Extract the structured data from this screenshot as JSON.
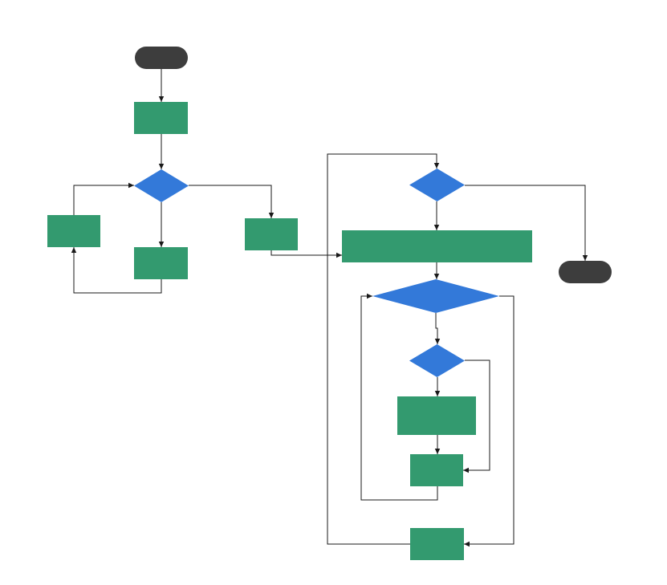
{
  "colors": {
    "terminal": "#3d3d3d",
    "process": "#339a6f",
    "decision": "#3379d9",
    "edge": "#1a1a1a",
    "background": "#ffffff"
  },
  "nodes": [
    {
      "id": "start",
      "shape": "terminal",
      "label": ""
    },
    {
      "id": "process-1",
      "shape": "process",
      "label": ""
    },
    {
      "id": "decision-1",
      "shape": "decision",
      "label": ""
    },
    {
      "id": "process-left",
      "shape": "process",
      "label": ""
    },
    {
      "id": "process-below",
      "shape": "process",
      "label": ""
    },
    {
      "id": "process-right",
      "shape": "process",
      "label": ""
    },
    {
      "id": "decision-top",
      "shape": "decision",
      "label": ""
    },
    {
      "id": "process-wide",
      "shape": "process",
      "label": ""
    },
    {
      "id": "end",
      "shape": "terminal",
      "label": ""
    },
    {
      "id": "decision-wide",
      "shape": "decision",
      "label": ""
    },
    {
      "id": "decision-inner",
      "shape": "decision",
      "label": ""
    },
    {
      "id": "process-inner-1",
      "shape": "process",
      "label": ""
    },
    {
      "id": "process-inner-2",
      "shape": "process",
      "label": ""
    },
    {
      "id": "process-bottom",
      "shape": "process",
      "label": ""
    }
  ],
  "edges": [
    {
      "id": "start-to-process-1",
      "from": "start",
      "to": "process-1"
    },
    {
      "id": "process-1-to-decision-1",
      "from": "process-1",
      "to": "decision-1"
    },
    {
      "id": "decision-1-to-process-below",
      "from": "decision-1",
      "to": "process-below"
    },
    {
      "id": "decision-1-to-process-right",
      "from": "decision-1",
      "to": "process-right"
    },
    {
      "id": "process-below-to-process-left",
      "from": "process-below",
      "to": "process-left"
    },
    {
      "id": "process-left-to-decision-1",
      "from": "process-left",
      "to": "decision-1"
    },
    {
      "id": "process-right-to-process-wide",
      "from": "process-right",
      "to": "process-wide"
    },
    {
      "id": "decision-top-to-process-wide",
      "from": "decision-top",
      "to": "process-wide"
    },
    {
      "id": "decision-top-to-end",
      "from": "decision-top",
      "to": "end"
    },
    {
      "id": "process-wide-to-decision-wide",
      "from": "process-wide",
      "to": "decision-wide"
    },
    {
      "id": "decision-wide-to-decision-inner",
      "from": "decision-wide",
      "to": "decision-inner"
    },
    {
      "id": "decision-inner-to-process-inner-1",
      "from": "decision-inner",
      "to": "process-inner-1"
    },
    {
      "id": "process-inner-1-to-process-inner-2",
      "from": "process-inner-1",
      "to": "process-inner-2"
    },
    {
      "id": "decision-inner-to-process-inner-2",
      "from": "decision-inner",
      "to": "process-inner-2"
    },
    {
      "id": "process-inner-2-to-decision-wide",
      "from": "process-inner-2",
      "to": "decision-wide"
    },
    {
      "id": "decision-wide-to-process-bottom",
      "from": "decision-wide",
      "to": "process-bottom"
    },
    {
      "id": "process-bottom-to-decision-top",
      "from": "process-bottom",
      "to": "decision-top"
    }
  ]
}
